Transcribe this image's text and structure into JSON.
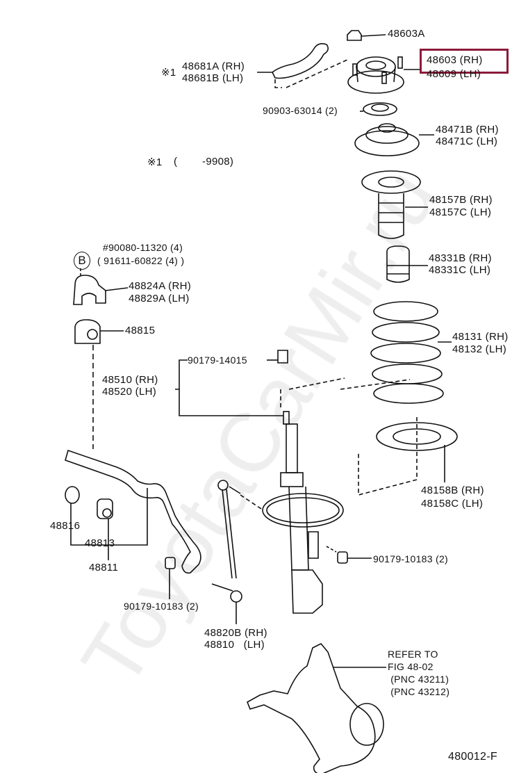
{
  "diagram": {
    "figure_number": "480012-F",
    "watermark": "ToyotaCarMir.ru",
    "highlight_color": "#8b1a3a",
    "highlighted_part": "48603 (RH)",
    "labels": {
      "p48603A": "48603A",
      "p48681A": "48681A (RH)",
      "p48681B": "48681B (LH)",
      "note_mark_1": "※1",
      "p48603": "48603 (RH)",
      "p48609": "48609 (LH)",
      "p90903": "90903-63014 (2)",
      "p48471B": "48471B (RH)",
      "p48471C": "48471C (LH)",
      "note_mark_2": "※1",
      "note_range": "(        -9908)",
      "p48157B": "48157B (RH)",
      "p48157C": "48157C (LH)",
      "p90080": "#90080-11320 (4)",
      "circle_b": "B",
      "p91611": "( 91611-60822 (4) )",
      "p48824A": "48824A (RH)",
      "p48829A": "48829A (LH)",
      "p48815": "48815",
      "p48331B": "48331B (RH)",
      "p48331C": "48331C (LH)",
      "p48131": "48131 (RH)",
      "p48132": "48132 (LH)",
      "p90179_14015": "90179-14015",
      "p48510": "48510 (RH)",
      "p48520": "48520 (LH)",
      "p48158B": "48158B (RH)",
      "p48158C": "48158C (LH)",
      "p48816": "48816",
      "p48813": "48813",
      "p48811": "48811",
      "p90179_10183_r": "90179-10183 (2)",
      "p90179_10183_l": "90179-10183 (2)",
      "p48820B": "48820B (RH)",
      "p48810": "48810   (LH)",
      "refer1": "REFER TO",
      "refer2": "FIG 48-02",
      "refer3": " (PNC 43211)",
      "refer4": " (PNC 43212)"
    }
  }
}
